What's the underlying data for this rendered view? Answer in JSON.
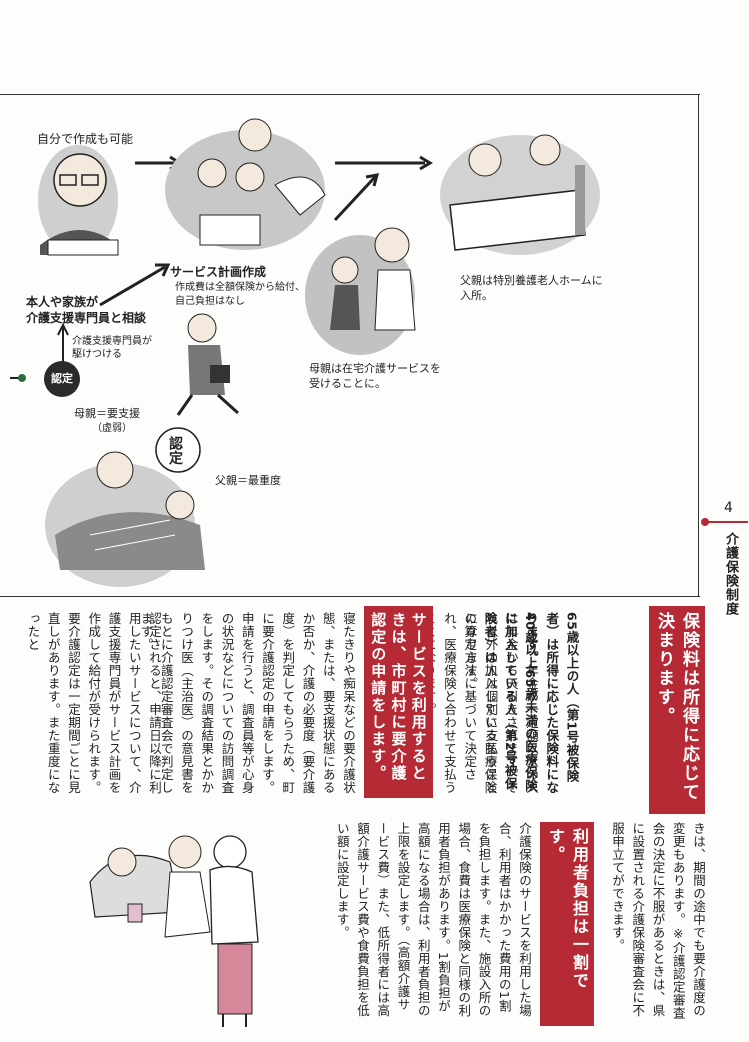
{
  "sidebar": {
    "section_number": "4",
    "section_title": "介護保険制度"
  },
  "illustration": {
    "self_create": "自分で作成も可能",
    "service_plan_title": "サービス計画作成",
    "service_plan_note_1": "作成費は全額保険から給付、",
    "service_plan_note_2": "自己負担はなし",
    "consult_line_1": "本人や家族が",
    "consult_line_2": "介護支援専門員と相談",
    "care_manager_1": "介護支援専門員が",
    "care_manager_2": "駆けつける",
    "certification_badge": "認定",
    "father_caption_1": "父親は特別養護老人ホームに",
    "father_caption_2": "入所。",
    "mother_caption_1": "母親は在宅介護サービスを",
    "mother_caption_2": "受けることに。",
    "mother_status": "母親＝要支援",
    "mother_status_sub": "（虚弱）",
    "father_status": "父親＝最重度",
    "stamp_text": "認定"
  },
  "article": {
    "heading_1": "保険料は所得に応じて決まります。",
    "heading_2": "サービスを利用するときは、市町村に要介護認定の申請をします。",
    "heading_3": "利用者負担は一割です。",
    "col_r1": "65歳以上の人（第1号被保険者）は所得に応じた保険料になります。",
    "col_r2": "年金が一定額以上の人は年金から天引きされます。それ以外の人は個別",
    "col_r3": "に支払うことになります。",
    "col_r4": "40歳以上65歳未満の医療保険に加",
    "col_r5": "入している人（第2号被保険者）は",
    "col_r6": "加入している医療保険の算定方法に",
    "col_r7": "基づいて決定され、医療保険と合わ",
    "col_r8": "せて支払うことになります。",
    "col_m1": "寝たきりや痴呆などの要介護状",
    "col_m2": "態、または、要支援状態にあるか否",
    "col_m3": "か、介護の必要度（要介護度）を判",
    "col_m4": "定してもらうため、町に要介護認定",
    "col_m5": "の申請をします。",
    "col_m6": "申請を行うと、調査員等が心身の",
    "col_m7": "状況などについての訪問調査をしま",
    "col_m8": "す。その調査結果とかかりつけ医",
    "col_m9": "（主治医）の意見書をもとに介護認",
    "col_m10": "定審査会で判定します。",
    "col_l1": "認定されると、申請日以降に利用",
    "col_l2": "したいサービスについて、介護支援",
    "col_l3": "専門員がサービス計画を作成して給",
    "col_l4": "付が受けられます。",
    "col_l5": "要介護認定は一定期間ごとに見直",
    "col_l6": "しがあります。また重度になったと",
    "low_r1": "きは、期間の途中でも要介護度の変",
    "low_r2": "更もあります。",
    "low_r3": "※介護認定審査会の決定に不服があ",
    "low_r4": "るときは、県に設置される介護保険",
    "low_r5": "審査会に不服申立てができます。",
    "low_m1": "介護保険のサービスを利用した場",
    "low_m2": "合、利用者はかかった費用の1割を",
    "low_m3": "負担します。",
    "low_m4": "また、施設入所の場合、食費は医",
    "low_m5": "療保険と同様の利用者負担がありま",
    "low_m6": "す。",
    "low_m7": "1割負担が高額になる場合は、利",
    "low_m8": "用者負担の上限を設定します。（高",
    "low_m9": "額介護サービス費）また、低所得者",
    "low_m10": "には高額介護サービス費や食費負担",
    "low_m11": "を低い額に設定します。"
  },
  "colors": {
    "accent": "#b52a34",
    "badge": "#2b2b2b"
  }
}
